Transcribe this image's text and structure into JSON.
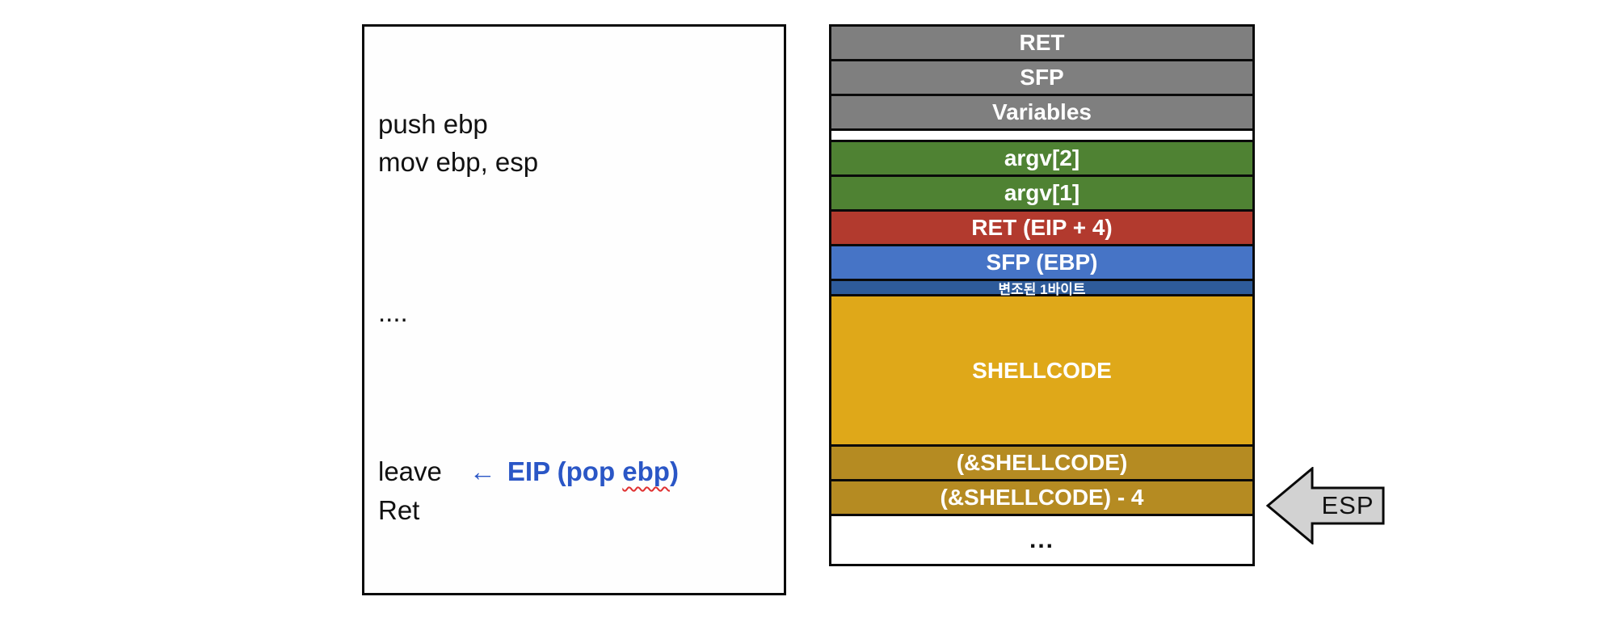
{
  "colors": {
    "annotation_blue": "#2a56c6",
    "squiggle_red": "#e03030",
    "row_gray": "#7f7f7f",
    "row_green": "#4f8233",
    "row_red": "#b23a2e",
    "row_blue": "#4674c6",
    "row_dark_blue": "#2e5b9a",
    "row_gold": "#dfa819",
    "row_dark_gold": "#b58b22",
    "white": "#ffffff",
    "arrow_fill": "#d2d2d2",
    "border_black": "#0a0a0a"
  },
  "code_panel": {
    "line1": "push ebp",
    "line2": "mov ebp, esp",
    "ellipsis": "....",
    "leave_label": "leave",
    "ret_label": "Ret",
    "eip_annotation": {
      "arrow": "←",
      "prefix": "EIP (pop ",
      "underlined": "ebp",
      "suffix": ")"
    }
  },
  "stack": {
    "rows": [
      {
        "key": "ret",
        "label": "RET",
        "kind": "normal",
        "color": "row_gray"
      },
      {
        "key": "sfp",
        "label": "SFP",
        "kind": "normal",
        "color": "row_gray"
      },
      {
        "key": "variables",
        "label": "Variables",
        "kind": "normal",
        "color": "row_gray"
      },
      {
        "key": "gap",
        "label": "",
        "kind": "gap",
        "color": "white"
      },
      {
        "key": "argv2",
        "label": "argv[2]",
        "kind": "normal",
        "color": "row_green"
      },
      {
        "key": "argv1",
        "label": "argv[1]",
        "kind": "normal",
        "color": "row_green"
      },
      {
        "key": "ret-eip-plus-4",
        "label": "RET (EIP + 4)",
        "kind": "normal",
        "color": "row_red"
      },
      {
        "key": "sfp-ebp",
        "label": "SFP (EBP)",
        "kind": "normal",
        "color": "row_blue"
      },
      {
        "key": "tampered-1-byte",
        "label": "변조된 1바이트",
        "kind": "thin",
        "color": "row_dark_blue"
      },
      {
        "key": "shellcode",
        "label": "SHELLCODE",
        "kind": "large",
        "color": "row_gold"
      },
      {
        "key": "shellcode-addr",
        "label": "(&SHELLCODE)",
        "kind": "normal",
        "color": "row_dark_gold"
      },
      {
        "key": "shellcode-addr-minus-4",
        "label": "(&SHELLCODE) - 4",
        "kind": "normal",
        "color": "row_dark_gold"
      },
      {
        "key": "dots",
        "label": "...",
        "kind": "bottom",
        "color": "white",
        "text": "dark"
      }
    ]
  },
  "esp_pointer": {
    "label": "ESP"
  }
}
